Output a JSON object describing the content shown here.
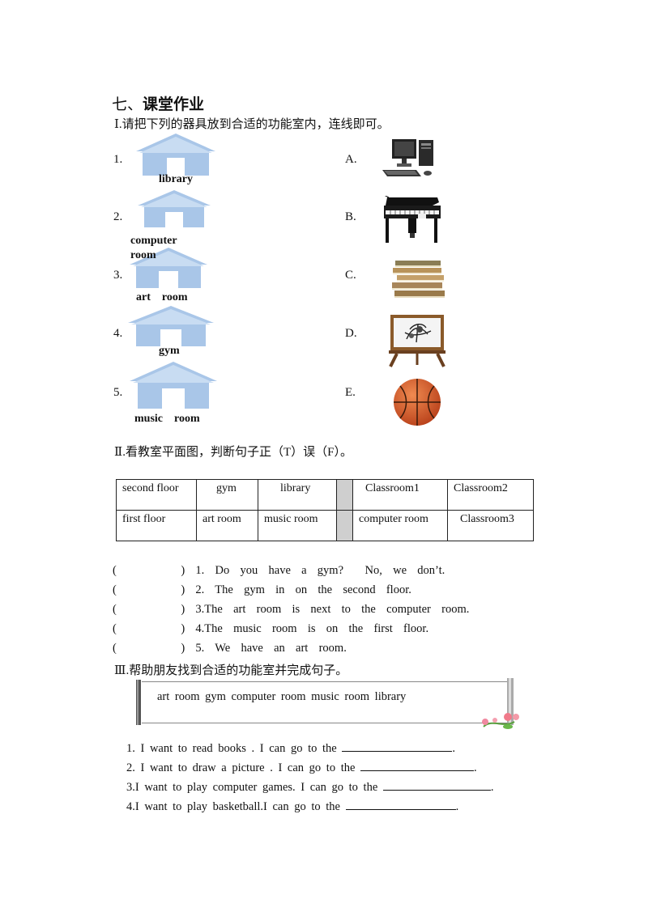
{
  "section_title_prefix": "七、",
  "section_title": "课堂作业",
  "part1": {
    "instruction": "Ⅰ.请把下列的器具放到合适的功能室内，连线即可。",
    "rooms": [
      {
        "num": "1.",
        "label": "library"
      },
      {
        "num": "2.",
        "label": "computer\nroom"
      },
      {
        "num": "3.",
        "label": "art    room"
      },
      {
        "num": "4.",
        "label": "gym"
      },
      {
        "num": "5.",
        "label": "music    room"
      }
    ],
    "items": [
      {
        "letter": "A.",
        "icon": "computer-icon"
      },
      {
        "letter": "B.",
        "icon": "piano-icon"
      },
      {
        "letter": "C.",
        "icon": "books-icon"
      },
      {
        "letter": "D.",
        "icon": "easel-icon"
      },
      {
        "letter": "E.",
        "icon": "basketball-icon"
      }
    ],
    "house_color": "#a9c6e8"
  },
  "part2": {
    "instruction": "Ⅱ.看教室平面图，判断句子正（T）误（F）。",
    "table": [
      [
        "second floor",
        "gym",
        "library",
        "",
        "Classroom1",
        "Classroom2"
      ],
      [
        "first  floor",
        "art room",
        "music  room",
        "",
        "computer room",
        "Classroom3"
      ]
    ],
    "statements": [
      "(            )  1.  Do  you  have  a  gym?    No,  we  don’t.",
      "(            )  2.  The  gym  in  on  the  second  floor.",
      "(            )  3.The  art  room  is  next  to  the  computer  room.",
      "(            )  4.The  music  room  is  on  the  first  floor.",
      "(            )  5.  We  have  an  art  room."
    ]
  },
  "part3": {
    "instruction": "Ⅲ.帮助朋友找到合适的功能室并完成句子。",
    "word_bank": "art   room       gym        computer   room       music    room library",
    "sentences": [
      {
        "text": "1.  I  want  to  read  books  .  I  can  go  to  the  ",
        "end": "."
      },
      {
        "text": "2.  I  want  to  draw  a  picture  .  I  can  go  to  the  ",
        "end": "."
      },
      {
        "text": "3.I  want  to  play  computer  games.  I  can  go  to  the  ",
        "end": "."
      },
      {
        "text": "4.I  want  to  play  basketball.I  can  go  to  the  ",
        "end": "."
      }
    ]
  }
}
